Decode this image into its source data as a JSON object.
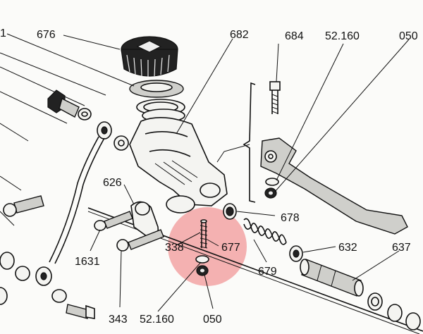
{
  "diagram": {
    "highlight_color": "#f08080",
    "labels": {
      "l_1": "1",
      "l_676": "676",
      "l_682": "682",
      "l_684": "684",
      "l_52160_top": "52.160",
      "l_050_top": "050",
      "l_626": "626",
      "l_678": "678",
      "l_338": "338",
      "l_677": "677",
      "l_632": "632",
      "l_637": "637",
      "l_1631": "1631",
      "l_679": "679",
      "l_343": "343",
      "l_52160_bottom": "52.160",
      "l_050_bottom": "050"
    }
  }
}
